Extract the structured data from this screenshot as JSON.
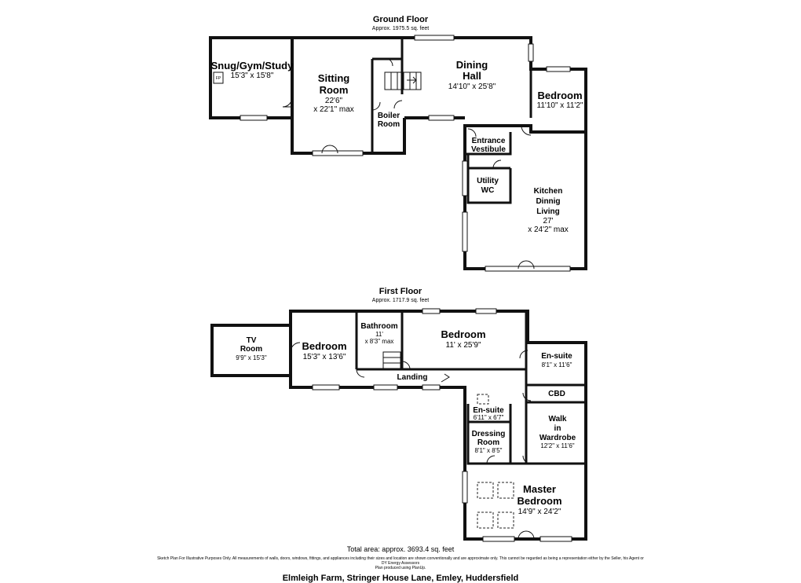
{
  "ground_floor": {
    "title": "Ground Floor",
    "area": "Approx. 1975.5 sq. feet",
    "rooms": {
      "snug": {
        "name": "Snug/Gym/Study",
        "dim": "15'3\" x 15'8\""
      },
      "fireplace": "FP",
      "sitting": {
        "name_1": "Sitting",
        "name_2": "Room",
        "dim_1": "22'6\"",
        "dim_2": "x 22'1\" max"
      },
      "boiler": {
        "name_1": "Boiler",
        "name_2": "Room"
      },
      "dining": {
        "name_1": "Dining",
        "name_2": "Hall",
        "dim": "14'10\" x 25'8\""
      },
      "bedroom": {
        "name": "Bedroom",
        "dim": "11'10\" x 11'2\""
      },
      "vestibule": {
        "name_1": "Entrance",
        "name_2": "Vestibule"
      },
      "utility": {
        "name_1": "Utility",
        "name_2": "WC"
      },
      "kitchen": {
        "name_1": "Kitchen",
        "name_2": "Dinnig",
        "name_3": "Living",
        "dim_1": "27'",
        "dim_2": "x 24'2\" max"
      }
    }
  },
  "first_floor": {
    "title": "First Floor",
    "area": "Approx. 1717.9 sq. feet",
    "rooms": {
      "tv": {
        "name_1": "TV",
        "name_2": "Room",
        "dim": "9'9\" x 15'3\""
      },
      "bedroom_left": {
        "name": "Bedroom",
        "dim": "15'3\" x 13'6\""
      },
      "bathroom": {
        "name": "Bathroom",
        "dim_1": "11'",
        "dim_2": "x 8'3\" max"
      },
      "bedroom_mid": {
        "name": "Bedroom",
        "dim": "11' x 25'9\""
      },
      "ensuite_right": {
        "name": "En-suite",
        "dim": "8'1\" x 11'6\""
      },
      "landing": {
        "name": "Landing"
      },
      "cbd": {
        "name": "CBD"
      },
      "ensuite_small": {
        "name": "En-suite",
        "dim": "6'11\" x 6'7\""
      },
      "dressing": {
        "name_1": "Dressing",
        "name_2": "Room",
        "dim": "8'1\" x 8'5\""
      },
      "wardrobe": {
        "name_1": "Walk",
        "name_2": "in",
        "name_3": "Wardrobe",
        "dim": "12'2\" x 11'6\""
      },
      "master": {
        "name_1": "Master",
        "name_2": "Bedroom",
        "dim": "14'9\" x 24'2\""
      }
    }
  },
  "total_area": "Total area: approx. 3693.4 sq. feet",
  "disclaimer_1": "Sketch Plan For Illustrative Purposes Only. All measurements of walls, doors, windows, fittings, and appliances including their sizes and location are shown conventionally and are approximate only. This cannot be regarded as being a representation either by the Seller, his Agent or",
  "disclaimer_2": "DY Energy Assessors",
  "disclaimer_3": "Plan produced using PlanUp.",
  "footer": "Elmleigh Farm, Stringer House Lane, Emley, Huddersfield"
}
